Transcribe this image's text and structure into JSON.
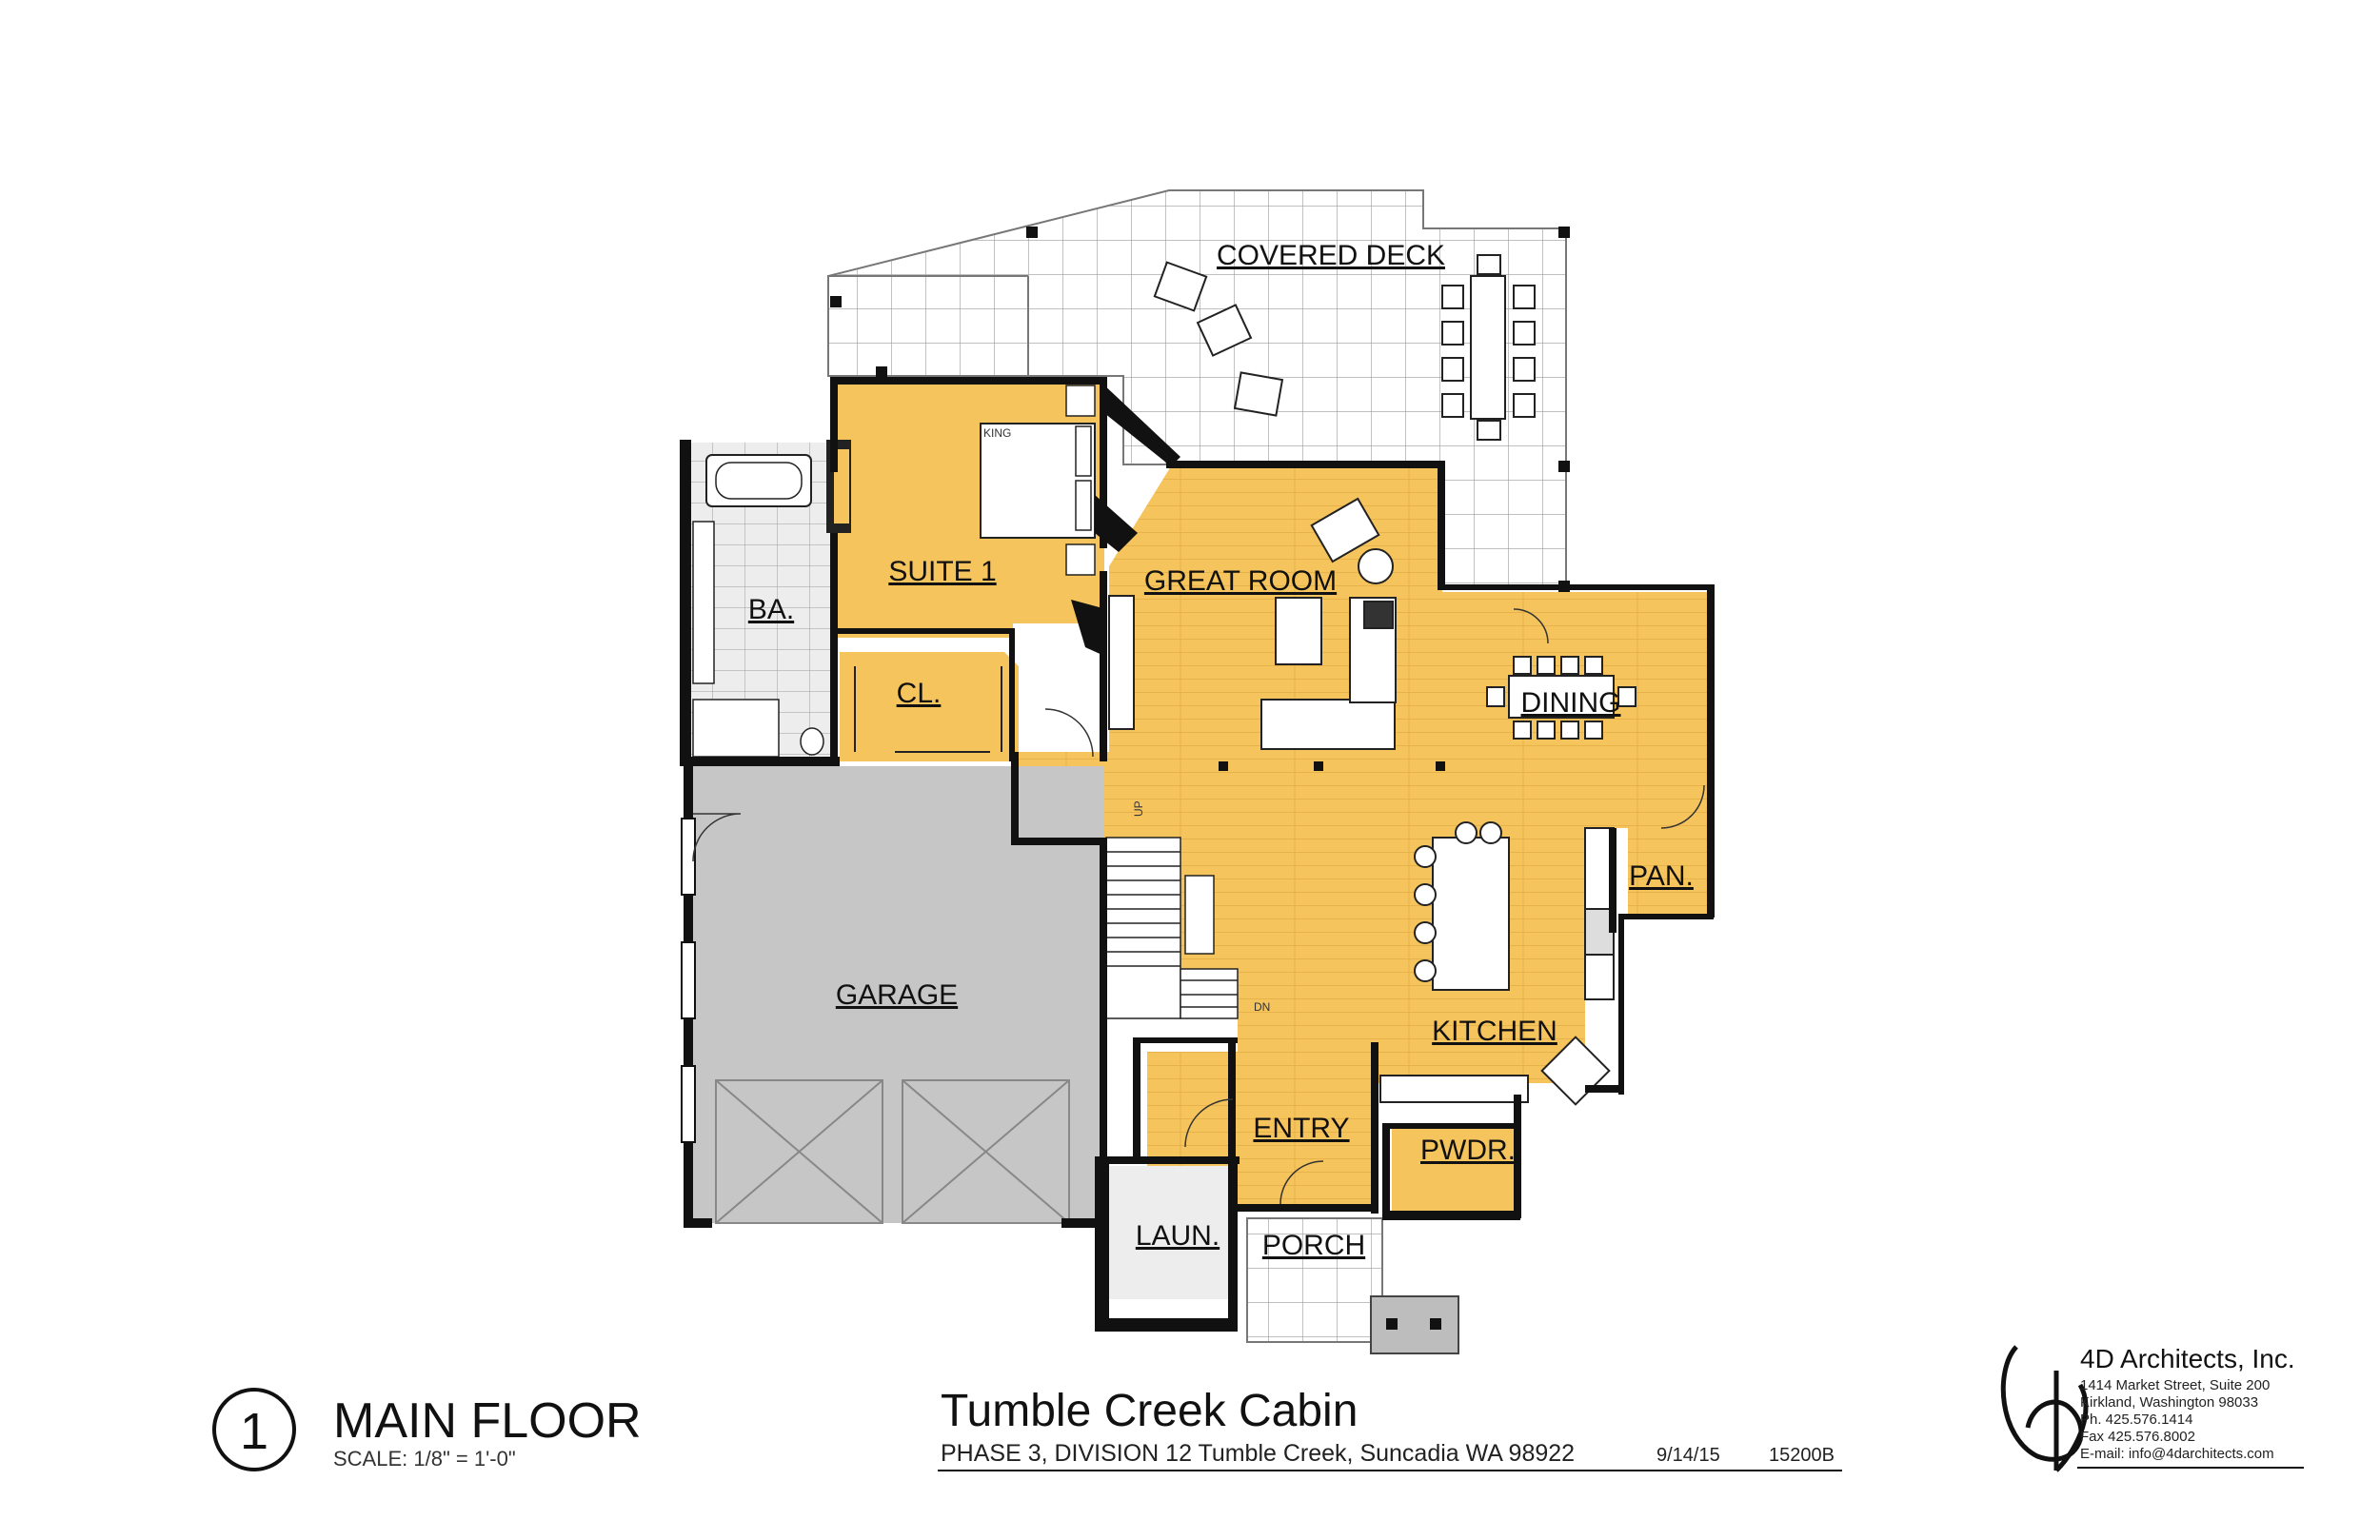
{
  "rooms": {
    "covered_deck": "COVERED DECK",
    "suite": "SUITE 1",
    "bath": "BA.",
    "closet": "CL.",
    "great_room": "GREAT ROOM",
    "dining": "DINING",
    "garage": "GARAGE",
    "pantry": "PAN.",
    "kitchen": "KITCHEN",
    "entry": "ENTRY",
    "powder": "PWDR.",
    "laundry": "LAUN.",
    "porch": "PORCH"
  },
  "annotations": {
    "bed": "KING",
    "stair_up": "UP",
    "stair_down": "DN"
  },
  "sheet": {
    "number": "1",
    "title": "MAIN FLOOR",
    "scale": "SCALE: 1/8\"  =  1'-0\""
  },
  "project": {
    "name": "Tumble Creek Cabin",
    "address": "PHASE 3, DIVISION 12 Tumble Creek, Suncadia WA 98922",
    "date": "9/14/15",
    "job_number": "15200B"
  },
  "firm": {
    "name": "4D Architects, Inc.",
    "address1": "1414 Market Street,  Suite 200",
    "address2": "Kirkland, Washington 98033",
    "phone": "Ph. 425.576.1414",
    "fax": "Fax 425.576.8002",
    "email": "E-mail: info@4darchitects.com"
  },
  "colors": {
    "floor": "#f6c45c",
    "garage": "#c6c6c6",
    "wall": "#111111",
    "deck_grid": "#9a9a9a"
  }
}
